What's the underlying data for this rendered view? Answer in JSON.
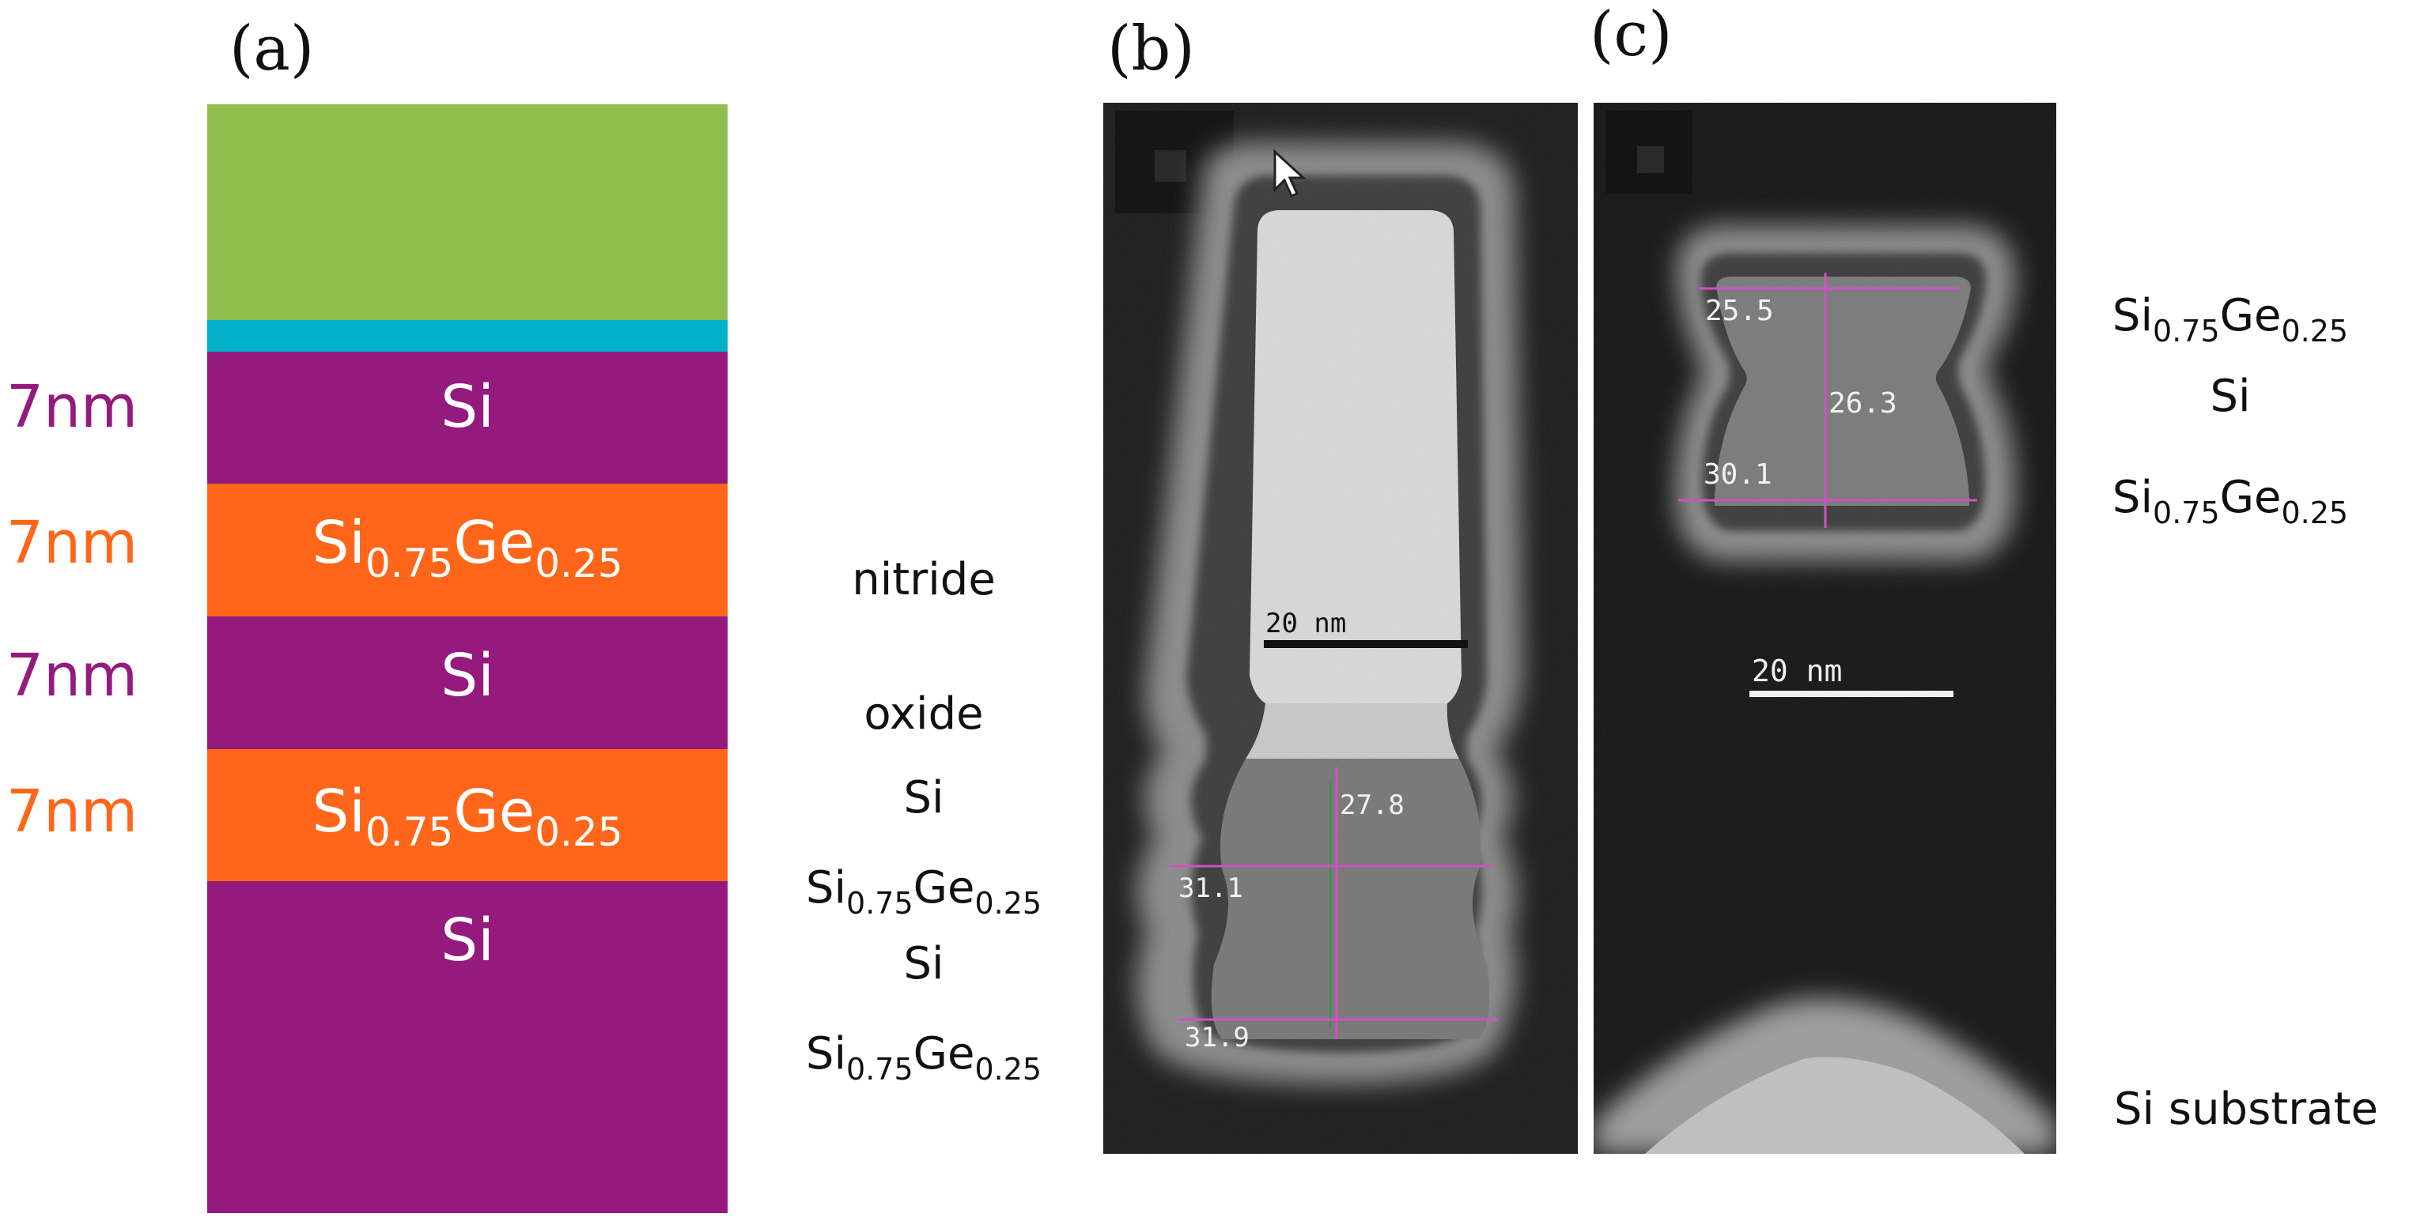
{
  "panels": {
    "a": {
      "label": "(a)",
      "layers": [
        {
          "thickness": "",
          "material": "",
          "color": "#8FBE4F"
        },
        {
          "thickness": "",
          "material": "",
          "color": "#00AFC8"
        },
        {
          "thickness": "7nm",
          "material": "Si",
          "color": "#941A7E"
        },
        {
          "thickness": "7nm",
          "material": "Si",
          "sub1": "0.75",
          "material2": "Ge",
          "sub2": "0.25",
          "color": "#FF6619"
        },
        {
          "thickness": "7nm",
          "material": "Si",
          "color": "#941A7E"
        },
        {
          "thickness": "7nm",
          "material": "Si",
          "sub1": "0.75",
          "material2": "Ge",
          "sub2": "0.25",
          "color": "#FF6619"
        },
        {
          "thickness": "",
          "material": "Si",
          "color": "#941A7E"
        }
      ],
      "thickness_colors": {
        "si": "#941A7E",
        "sige": "#FF6619"
      }
    },
    "b": {
      "label": "(b)",
      "scale_bar": "20 nm",
      "measurements": [
        "27.8",
        "31.1",
        "31.9"
      ],
      "side_labels": [
        {
          "main": "nitride"
        },
        {
          "main": "oxide"
        },
        {
          "main": "Si"
        },
        {
          "main": "Si",
          "sub1": "0.75",
          "main2": "Ge",
          "sub2": "0.25"
        },
        {
          "main": "Si"
        },
        {
          "main": "Si",
          "sub1": "0.75",
          "main2": "Ge",
          "sub2": "0.25"
        }
      ]
    },
    "c": {
      "label": "(c)",
      "scale_bar": "20 nm",
      "measurements": [
        "25.5",
        "26.3",
        "30.1"
      ],
      "side_labels": [
        {
          "main": "Si",
          "sub1": "0.75",
          "main2": "Ge",
          "sub2": "0.25"
        },
        {
          "main": "Si"
        },
        {
          "main": "Si",
          "sub1": "0.75",
          "main2": "Ge",
          "sub2": "0.25"
        },
        {
          "main": "Si substrate"
        }
      ]
    }
  },
  "colors": {
    "measure_line": "#D24FC8",
    "measure_line_green": "#3E8F53",
    "tem_background": "#141414",
    "text": "#111111"
  }
}
